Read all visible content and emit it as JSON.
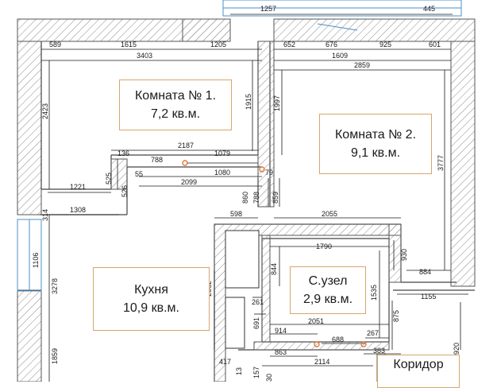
{
  "colors": {
    "wall_hatch": "#8a8a8a",
    "dimension_line": "#1a1a1a",
    "window": "#4a90c8",
    "label_border": "#d8a56d",
    "door_marker": "#e07b39"
  },
  "rooms": {
    "room1": {
      "name": "Комната № 1.",
      "area": "7,2 кв.м."
    },
    "room2": {
      "name": "Комната № 2.",
      "area": "9,1 кв.м."
    },
    "kitchen": {
      "name": "Кухня",
      "area": "10,9 кв.м."
    },
    "bathroom": {
      "name": "С.узел",
      "area": "2,9 кв.м."
    },
    "corridor": {
      "name": "Коридор",
      "area": ""
    }
  },
  "dimensions": {
    "d1257": "1257",
    "d445": "445",
    "d589": "589",
    "d1615": "1615",
    "d1205": "1205",
    "d3403": "3403",
    "d652": "652",
    "d676": "676",
    "d925": "925",
    "d601": "601",
    "d1609": "1609",
    "d2859": "2859",
    "d2423": "2423",
    "d1915": "1915",
    "d1997": "1997",
    "d3777": "3777",
    "d2187": "2187",
    "d1079": "1079",
    "d136": "136",
    "d788a": "788",
    "d55": "55",
    "d1080": "1080",
    "d79": "79",
    "d2099": "2099",
    "d525": "525",
    "d526": "526",
    "d1221": "1221",
    "d860": "860",
    "d788b": "788",
    "d859": "859",
    "d314": "314",
    "d1308": "1308",
    "d598": "598",
    "d2055": "2055",
    "d1790": "1790",
    "d930": "930",
    "d1106": "1106",
    "d844": "844",
    "d884": "884",
    "d2062": "2062",
    "d1535": "1535",
    "d1155": "1155",
    "d261": "261",
    "d691": "691",
    "d914": "914",
    "d2051": "2051",
    "d3278": "3278",
    "d875": "875",
    "d688": "688",
    "d267": "267",
    "d383": "383",
    "d920": "920",
    "d863": "863",
    "d2114": "2114",
    "d1859": "1859",
    "d417": "417",
    "d13": "13",
    "d157": "157",
    "d30": "30"
  }
}
